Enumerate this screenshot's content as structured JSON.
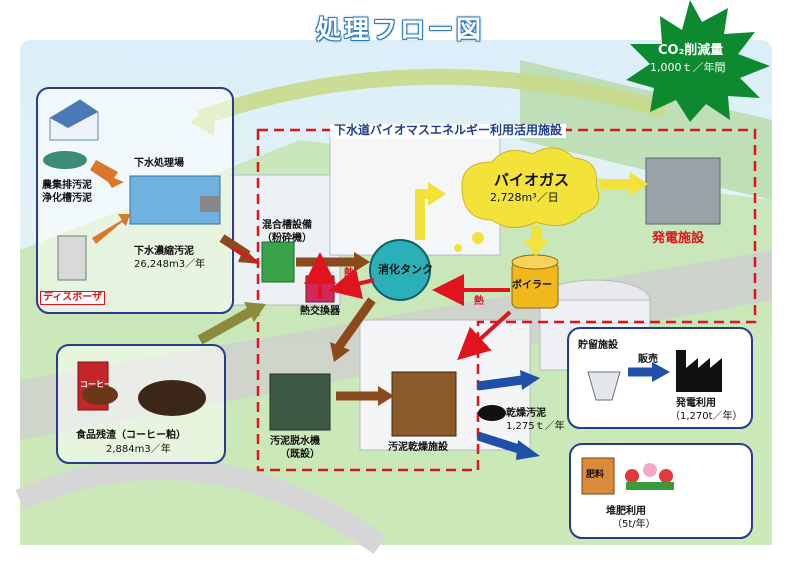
{
  "title": "処理フロー図",
  "co2": {
    "label": "CO₂削減量",
    "value": "1,000ｔ／年間"
  },
  "facility_label": "下水道バイオマスエネルギー利用活用施設",
  "sources": {
    "sewage_plant": "下水処理場",
    "septic": [
      "農集排汚泥",
      "浄化槽汚泥"
    ],
    "disposer": "ディスポーザ",
    "concentrated": [
      "下水濃縮汚泥",
      "26,248m3／年"
    ],
    "coffee_can": "コーヒー",
    "food": [
      "食品残渣（コーヒー粕）",
      "2,884m3／年"
    ]
  },
  "process": {
    "mixing": [
      "混合槽設備",
      "（粉砕機）"
    ],
    "heat_exchanger": "熱交換器",
    "digester": "消化タンク",
    "boiler": "ボイラー",
    "heat1": "熱",
    "heat2": "熱",
    "biogas": [
      "バイオガス",
      "2,728m³／日"
    ],
    "power": "発電施設",
    "dewater": [
      "汚泥脱水機",
      "（既設）"
    ],
    "dryer": "汚泥乾燥施設",
    "dried": [
      "乾燥汚泥",
      "1,275ｔ／年"
    ]
  },
  "outputs": {
    "storage": "貯留施設",
    "sale": "販売",
    "power_use": [
      "発電利用",
      "（1,270t／年）"
    ],
    "fertilizer_bag": "肥料",
    "compost": [
      "堆肥利用",
      "（5t/年）"
    ]
  },
  "colors": {
    "red_arrow": "#e0141e",
    "brown_arrow": "#8b4a1c",
    "blue_arrow": "#1f4fa8",
    "frame_blue": "#2a3a8c",
    "yellow": "#f3e23a"
  }
}
